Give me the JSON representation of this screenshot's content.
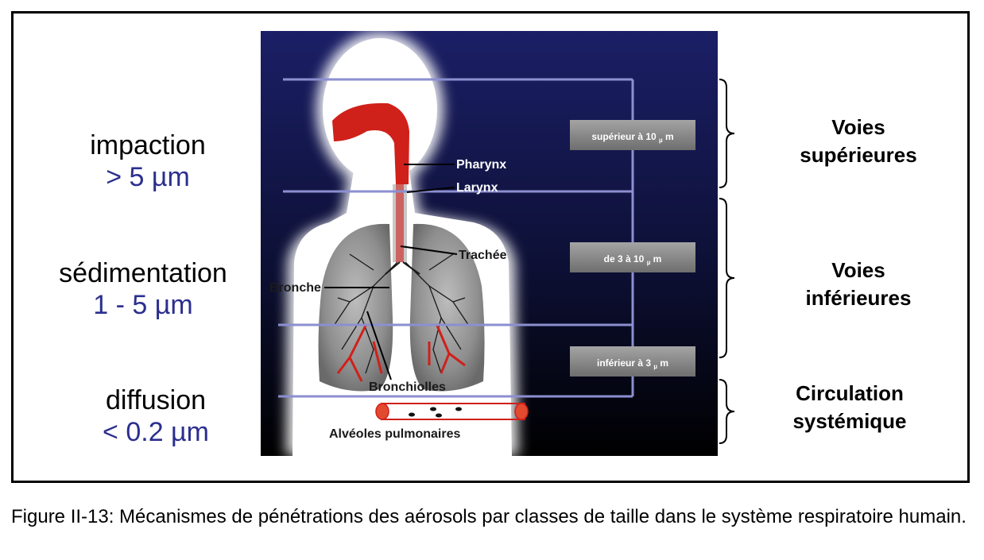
{
  "mechanisms": [
    {
      "name": "impaction",
      "size": "> 5 µm"
    },
    {
      "name": "sédimentation",
      "size": "1 - 5 µm"
    },
    {
      "name": "diffusion",
      "size": "< 0.2 µm"
    }
  ],
  "anatomy_labels": {
    "pharynx": "Pharynx",
    "larynx": "Larynx",
    "trachee": "Trachée",
    "bronche": "Bronche",
    "bronchioles": "Bronchiolles",
    "alveoles": "Alvéoles pulmonaires"
  },
  "size_boxes": {
    "upper_prefix": "supérieur à 10",
    "mid_prefix": "de 3 à 10",
    "lower_prefix": "inférieur à 3",
    "subscript": "µ",
    "unit": "m"
  },
  "regions": {
    "upper_line1": "Voies",
    "upper_line2": "supérieures",
    "lower_line1": "Voies",
    "lower_line2": "inférieures",
    "systemic_line1": "Circulation",
    "systemic_line2": "systémique"
  },
  "caption": "Figure II-13: Mécanismes de pénétrations des aérosols par classes de taille dans le système respiratoire humain.",
  "colors": {
    "panel_top": "#1b1f66",
    "panel_bottom": "#000000",
    "divider": "#8c8fd0",
    "airway_red": "#d0201a",
    "size_box": "#8a8a8a",
    "size_text_blue": "#2b2f8e"
  }
}
